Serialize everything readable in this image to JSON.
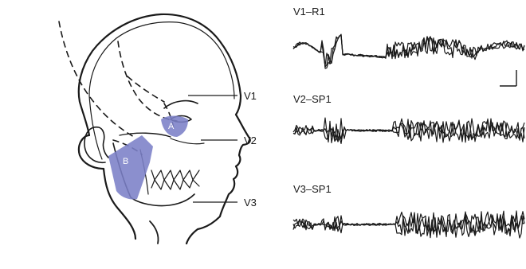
{
  "nerve_labels": [
    "V1",
    "V2",
    "V3"
  ],
  "zone_labels": [
    "A",
    "B"
  ],
  "traces": [
    {
      "label": "V1–R1"
    },
    {
      "label": "V2–SP1"
    },
    {
      "label": "V3–SP1"
    }
  ],
  "colors": {
    "line": "#1a1a1a",
    "zone_fill": "#7b7fc7",
    "background": "#ffffff"
  }
}
